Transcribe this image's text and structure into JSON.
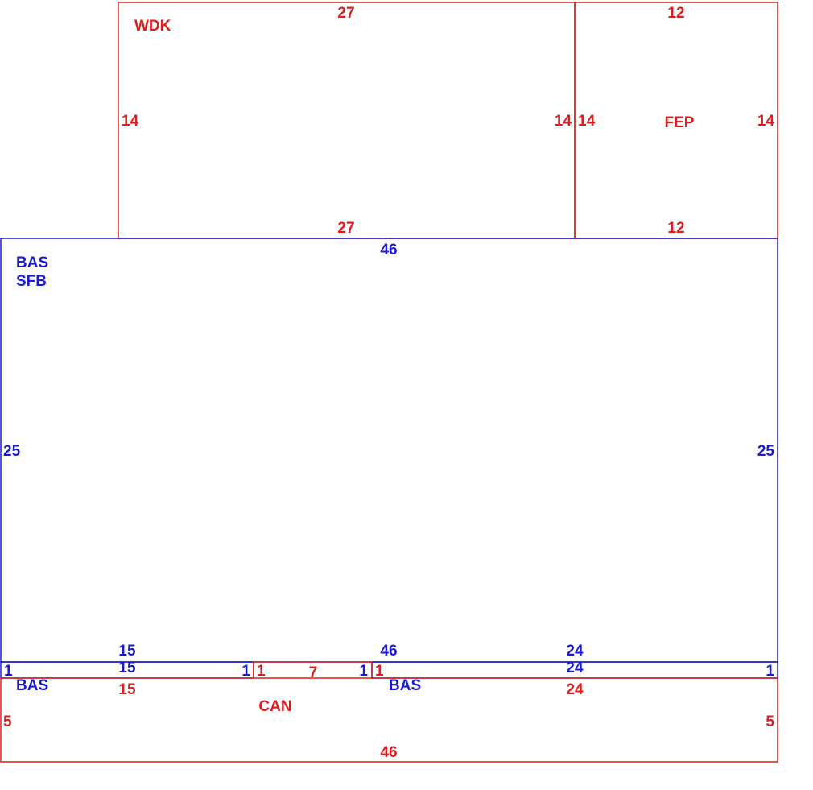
{
  "colors": {
    "red": "#e01b1b",
    "blue": "#1a1ad0"
  },
  "wdk": {
    "name": "WDK",
    "top": "27",
    "bottom": "27",
    "left": "14",
    "right": "14"
  },
  "fep": {
    "name": "FEP",
    "top": "12",
    "bottom": "12",
    "left": "14",
    "right": "14"
  },
  "main_room": {
    "name1": "BAS",
    "name2": "SFB",
    "top": "46",
    "left": "25",
    "right": "25",
    "bottom_left": "15",
    "bottom_mid": "46",
    "bottom_right": "24"
  },
  "strip_left": {
    "top": "15",
    "left": "1",
    "right": "1"
  },
  "strip_right": {
    "top": "24",
    "right": "1"
  },
  "can": {
    "name": "CAN",
    "top": "7",
    "left": "1",
    "right": "1"
  },
  "bas_left": {
    "name": "BAS",
    "top": "15"
  },
  "bas_right": {
    "name": "BAS",
    "top": "24",
    "left": "1"
  },
  "bottom_strip": {
    "left": "5",
    "right": "5",
    "bottom": "46"
  }
}
